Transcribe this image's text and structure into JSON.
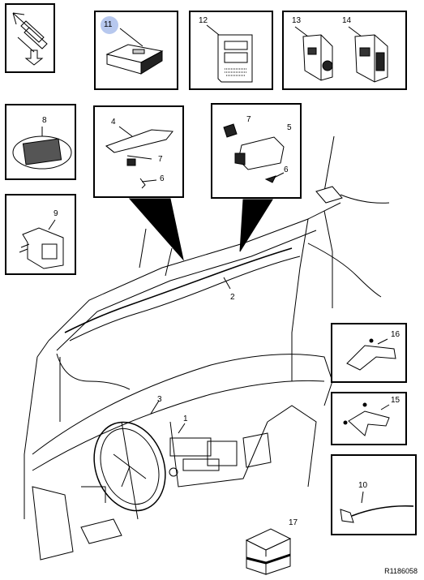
{
  "callouts": {
    "c1": "1",
    "c2": "2",
    "c3": "3",
    "c4": "4",
    "c5": "5",
    "c6a": "6",
    "c6b": "6",
    "c7a": "7",
    "c7b": "7",
    "c8": "8",
    "c9": "9",
    "c10": "10",
    "c11": "11",
    "c12": "12",
    "c13": "13",
    "c14": "14",
    "c15": "15",
    "c16": "16",
    "c17": "17"
  },
  "drawing_code": "R1186058",
  "colors": {
    "highlight": "#b7c8ee",
    "line": "#000000"
  }
}
